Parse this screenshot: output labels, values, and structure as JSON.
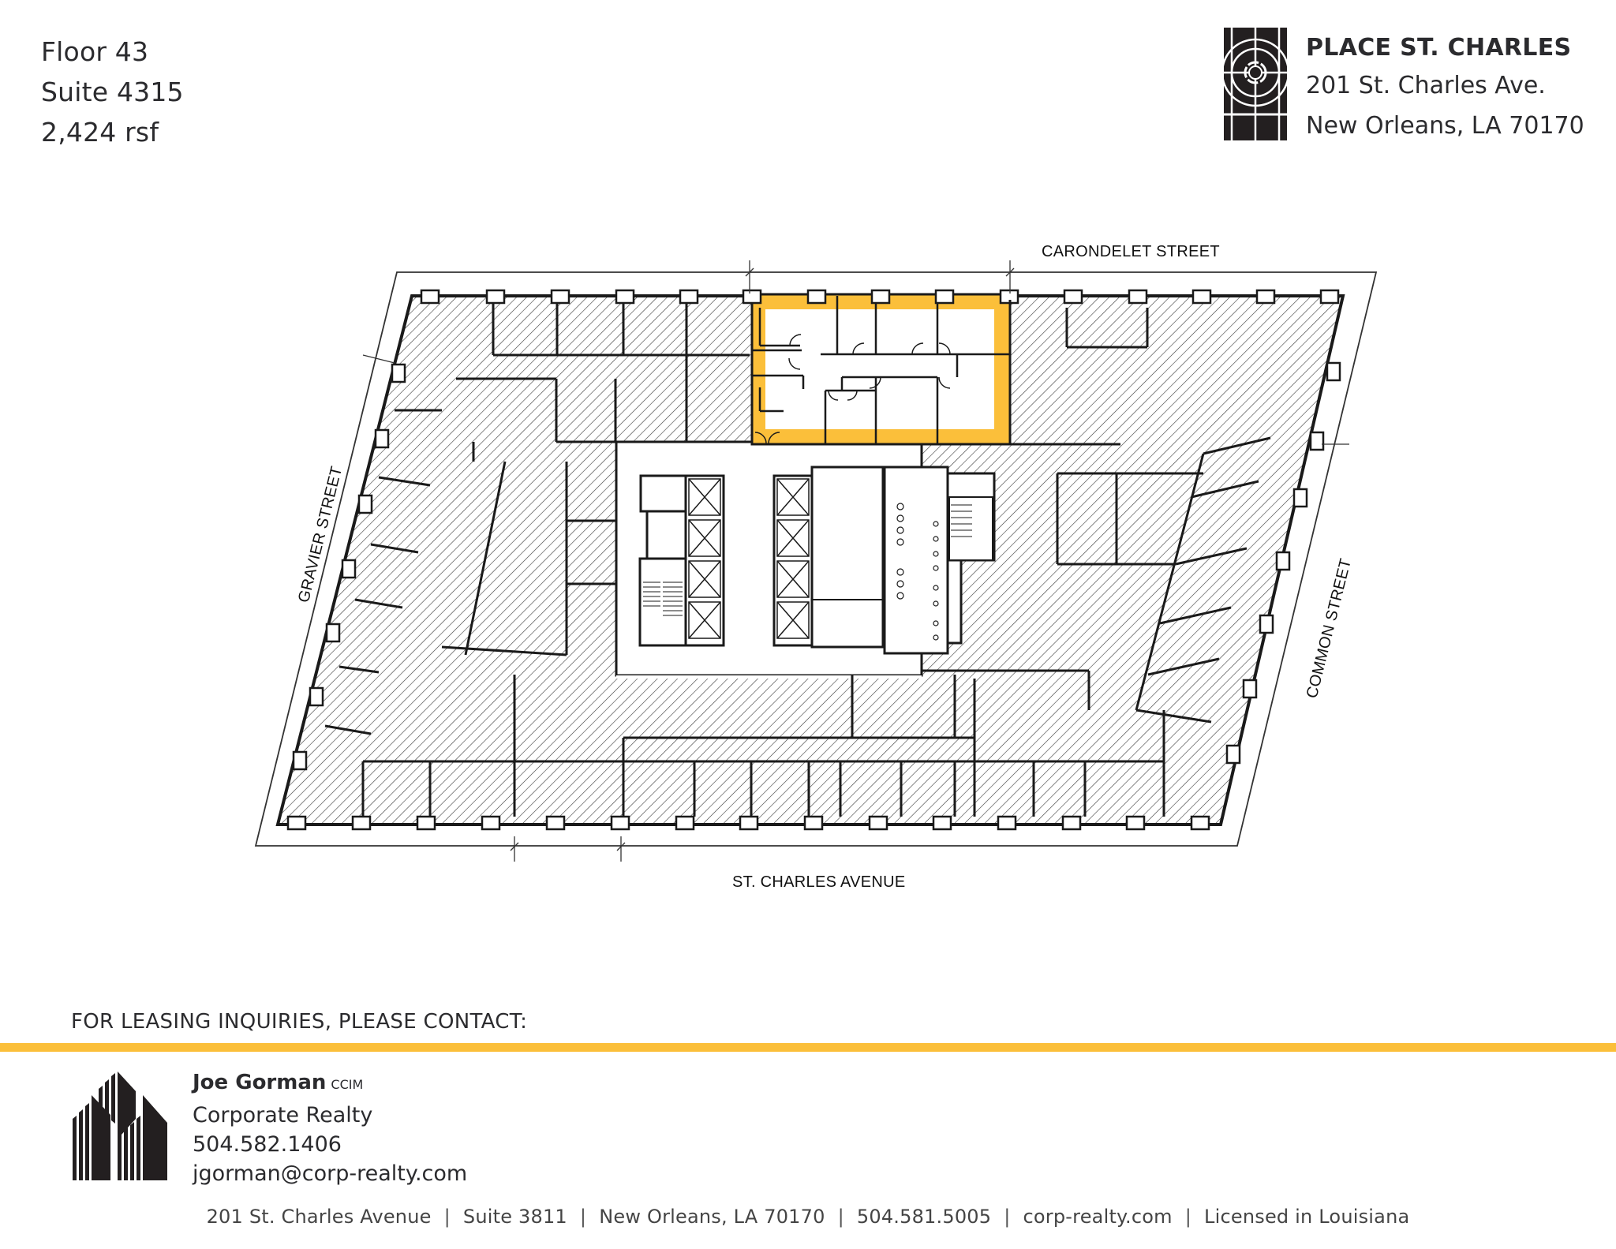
{
  "suite": {
    "floor": "Floor 43",
    "suite": "Suite 4315",
    "area": "2,424 rsf"
  },
  "building": {
    "name": "PLACE ST. CHARLES",
    "address_line1": "201 St. Charles Ave.",
    "address_line2": "New Orleans, LA 70170",
    "logo_icon": "stained-glass-window-icon"
  },
  "floorplan": {
    "streets": {
      "north": "CARONDELET STREET",
      "south": "ST. CHARLES AVENUE",
      "west": "GRAVIER STREET",
      "east": "COMMON STREET"
    },
    "highlight_color": "#fbbf3a",
    "highlighted_suite": "Suite 4315"
  },
  "contact": {
    "heading": "FOR LEASING INQUIRIES, PLEASE CONTACT:",
    "rule_color": "#fbbf3a",
    "agent_name": "Joe Gorman",
    "agent_credential": "CCIM",
    "company": "Corporate Realty",
    "phone": "504.582.1406",
    "email": "jgorman@corp-realty.com",
    "logo_icon": "skyline-buildings-icon"
  },
  "footer": {
    "items": [
      "201 St. Charles Avenue",
      "Suite 3811",
      "New Orleans, LA 70170",
      "504.581.5005",
      "corp-realty.com",
      "Licensed in Louisiana"
    ]
  }
}
